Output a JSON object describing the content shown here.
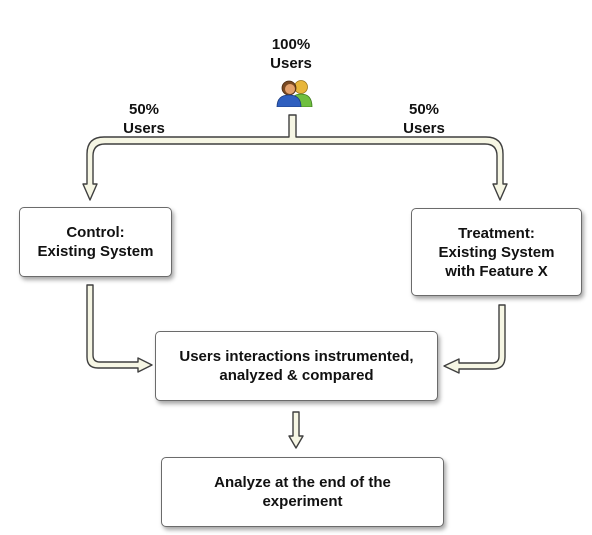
{
  "top": {
    "percent": "100%",
    "label": "Users"
  },
  "left_split": {
    "percent": "50%",
    "label": "Users"
  },
  "right_split": {
    "percent": "50%",
    "label": "Users"
  },
  "control_box": {
    "line1": "Control:",
    "line2": "Existing System"
  },
  "treatment_box": {
    "line1": "Treatment:",
    "line2": "Existing System",
    "line3": "with Feature X"
  },
  "compare_box": {
    "line1": "Users interactions instrumented,",
    "line2": "analyzed & compared"
  },
  "analyze_box": {
    "line1": "Analyze at the end of the",
    "line2": "experiment"
  },
  "icon": "users-icon",
  "colors": {
    "arrow_fill": "#f6f6e4",
    "arrow_stroke": "#3f3f3f",
    "box_border": "#6b6b6b"
  }
}
